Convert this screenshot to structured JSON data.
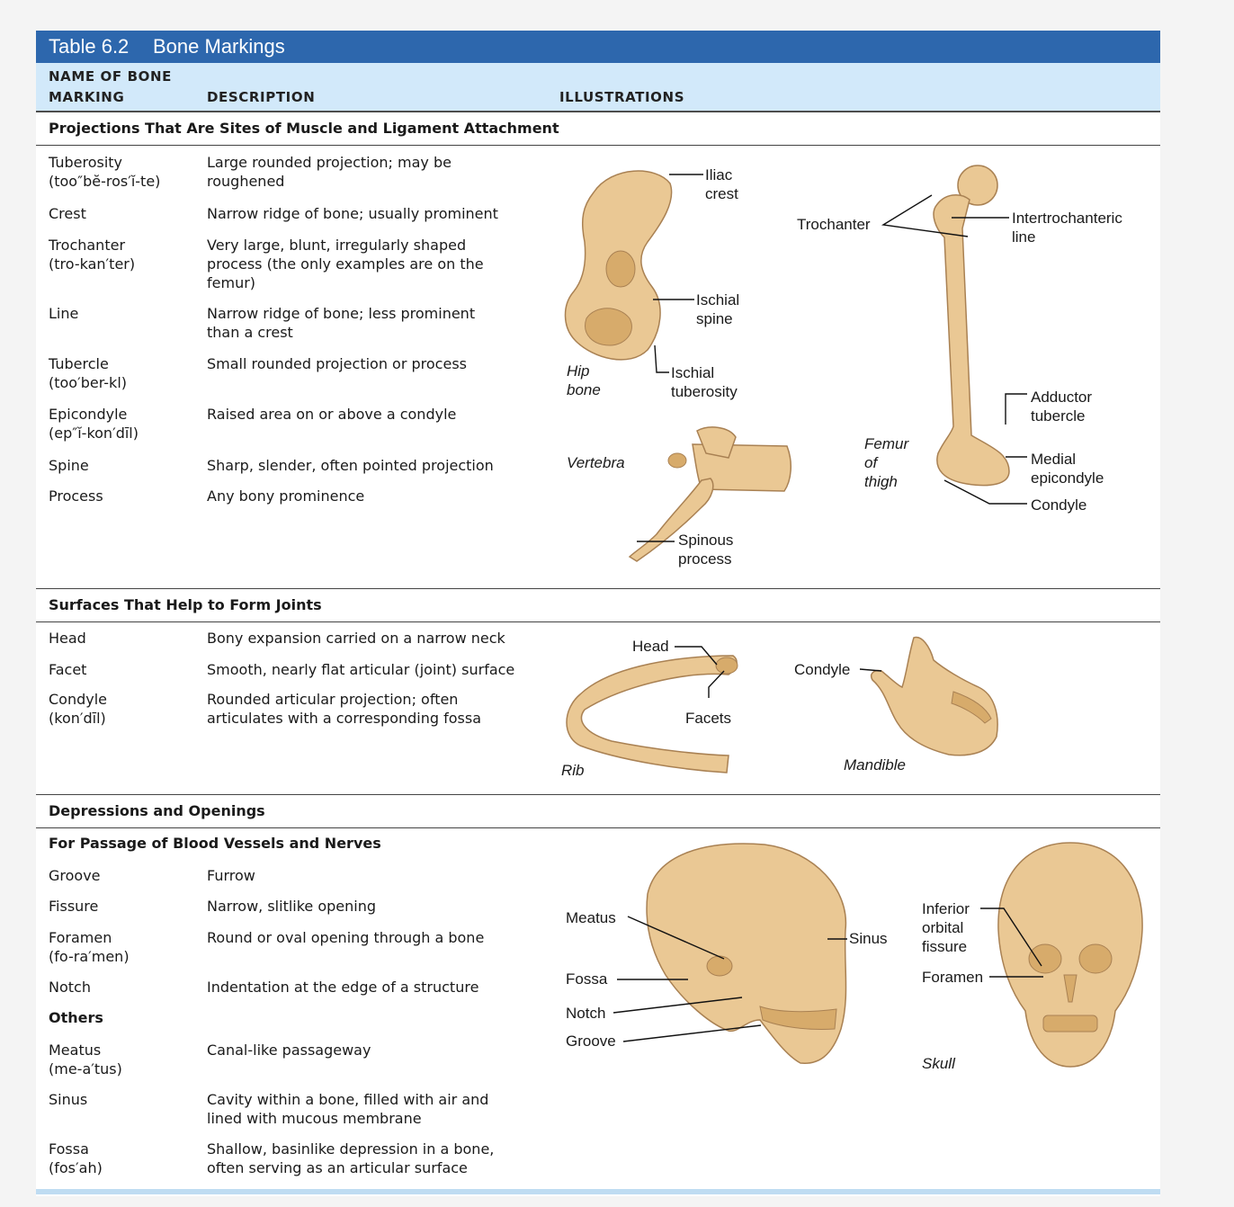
{
  "table": {
    "number": "Table 6.2",
    "title": "Bone Markings"
  },
  "headers": {
    "name": "NAME OF BONE\nMARKING",
    "description": "DESCRIPTION",
    "illustrations": "ILLUSTRATIONS"
  },
  "sections": {
    "projections": "Projections That Are Sites of Muscle and Ligament Attachment",
    "surfaces": "Surfaces That Help to Form Joints",
    "depressions": "Depressions and Openings",
    "passage": "For Passage of Blood Vessels and Nerves",
    "others": "Others"
  },
  "projections": [
    {
      "term": "Tuberosity\n(too″bĕ-ros′ĭ-te)",
      "desc": "Large rounded projection; may be\nroughened"
    },
    {
      "term": "Crest",
      "desc": "Narrow ridge of bone; usually prominent"
    },
    {
      "term": "Trochanter\n(tro-kan′ter)",
      "desc": "Very large, blunt, irregularly shaped\nprocess (the only examples are on the\nfemur)"
    },
    {
      "term": "Line",
      "desc": "Narrow ridge of bone; less prominent\nthan a crest"
    },
    {
      "term": "Tubercle\n(too′ber-kl)",
      "desc": "Small rounded projection or process"
    },
    {
      "term": "Epicondyle\n(ep″ĭ-kon′dīl)",
      "desc": "Raised area on or above a condyle"
    },
    {
      "term": "Spine",
      "desc": "Sharp, slender, often pointed projection"
    },
    {
      "term": "Process",
      "desc": "Any bony prominence"
    }
  ],
  "surfaces": [
    {
      "term": "Head",
      "desc": "Bony expansion carried on a narrow neck"
    },
    {
      "term": "Facet",
      "desc": "Smooth, nearly flat articular (joint) surface"
    },
    {
      "term": "Condyle\n(kon′dīl)",
      "desc": "Rounded articular projection; often\narticulates with a corresponding fossa"
    }
  ],
  "passage": [
    {
      "term": "Groove",
      "desc": "Furrow"
    },
    {
      "term": "Fissure",
      "desc": "Narrow, slitlike opening"
    },
    {
      "term": "Foramen\n(fo-ra′men)",
      "desc": "Round or oval opening through a bone"
    },
    {
      "term": "Notch",
      "desc": "Indentation at the edge of a structure"
    }
  ],
  "others": [
    {
      "term": "Meatus\n(me-a′tus)",
      "desc": "Canal-like passageway"
    },
    {
      "term": "Sinus",
      "desc": "Cavity within a bone, filled with air and\nlined with mucous membrane"
    },
    {
      "term": "Fossa\n(fos′ah)",
      "desc": "Shallow, basinlike depression in a bone,\noften serving as an articular surface"
    }
  ],
  "illustrations": {
    "hip": {
      "name": "Hip\nbone",
      "iliac_crest": "Iliac\ncrest",
      "ischial_spine": "Ischial\nspine",
      "ischial_tuberosity": "Ischial\ntuberosity"
    },
    "vertebra": {
      "name": "Vertebra",
      "spinous_process": "Spinous\nprocess"
    },
    "femur": {
      "name": "Femur\nof\nthigh",
      "trochanter": "Trochanter",
      "intertrochanteric_line": "Intertrochanteric\nline",
      "adductor_tubercle": "Adductor\ntubercle",
      "medial_epicondyle": "Medial\nepicondyle",
      "condyle": "Condyle"
    },
    "rib": {
      "name": "Rib",
      "head": "Head",
      "facets": "Facets"
    },
    "mandible": {
      "name": "Mandible",
      "condyle": "Condyle"
    },
    "skull": {
      "name": "Skull",
      "meatus": "Meatus",
      "sinus": "Sinus",
      "fossa": "Fossa",
      "notch": "Notch",
      "groove": "Groove",
      "inferior_orbital_fissure": "Inferior\norbital\nfissure",
      "foramen": "Foramen"
    }
  },
  "colors": {
    "title_bar": "#2d67ad",
    "header_band": "#d2e9fa",
    "bone": "#eac894"
  }
}
